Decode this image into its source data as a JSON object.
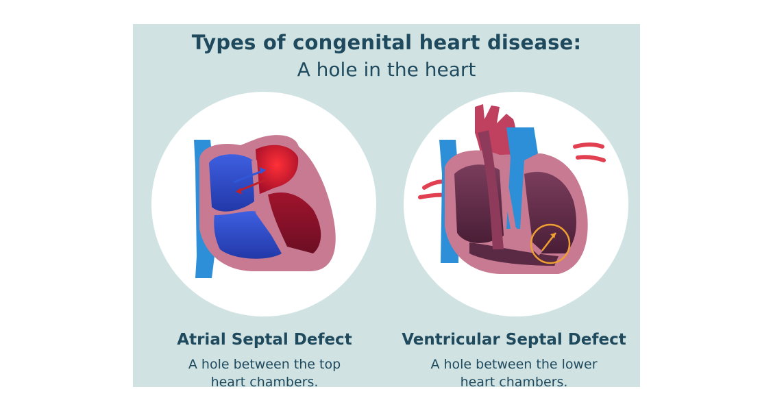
{
  "header": {
    "title": "Types of congenital heart disease:",
    "subtitle": "A hole in the heart"
  },
  "panels": [
    {
      "heading": "Atrial Septal Defect",
      "description_lines": [
        "A hole between the top",
        "heart chambers."
      ],
      "illustration_icon": "atrial-septal-defect-heart-icon"
    },
    {
      "heading": "Ventricular Septal Defect",
      "description_lines": [
        "A hole between the lower",
        "heart chambers."
      ],
      "illustration_icon": "ventricular-septal-defect-heart-icon"
    }
  ],
  "colors": {
    "background": "#d0e2e2",
    "text": "#1f4a5e",
    "oxygenated": "#d8202e",
    "deoxygenated": "#2a54c9",
    "heart_wall": "#c77a92",
    "vein": "#2d8fd8",
    "highlight_ring": "#f0a030"
  }
}
